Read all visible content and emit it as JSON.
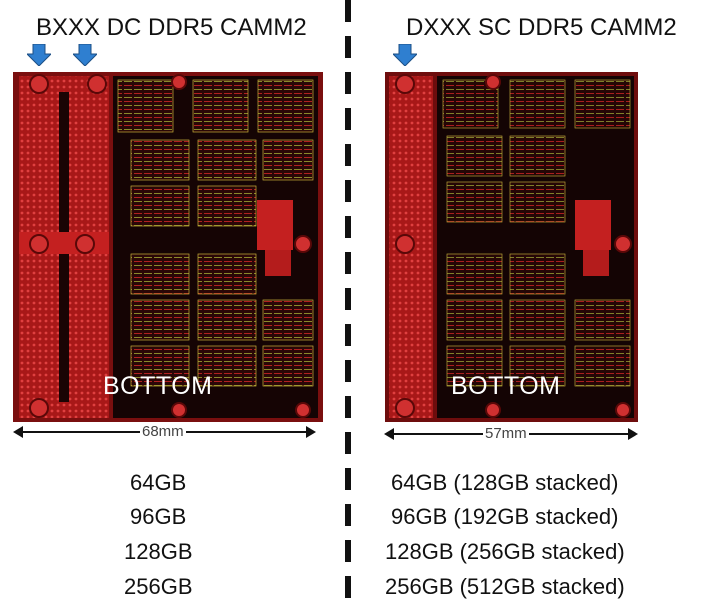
{
  "left": {
    "title": "BXXX DC DDR5 CAMM2",
    "board_label": "BOTTOM",
    "width_label": "68mm",
    "capacities": [
      "64GB",
      "96GB",
      "128GB",
      "256GB"
    ]
  },
  "right": {
    "title": "DXXX SC DDR5 CAMM2",
    "board_label": "BOTTOM",
    "width_label": "57mm",
    "capacities": [
      "64GB (128GB stacked)",
      "96GB (192GB stacked)",
      "128GB (256GB stacked)",
      "256GB (512GB stacked)"
    ]
  },
  "colors": {
    "pcb": "#7a0f0f",
    "pcb_pad": "#c42020",
    "marker_arrow": "#2f7fd0"
  }
}
